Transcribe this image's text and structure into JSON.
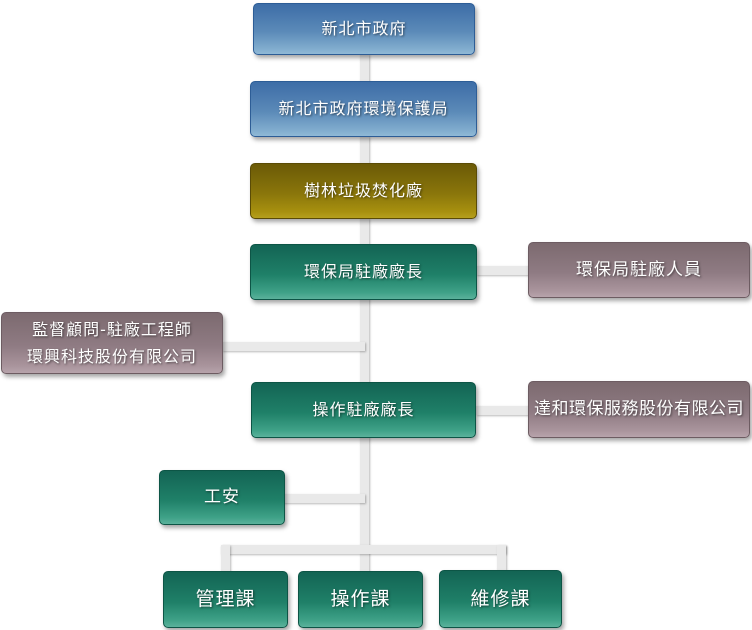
{
  "nodes": [
    {
      "id": "government",
      "label": "新北市政府",
      "scheme": "blue"
    },
    {
      "id": "epb",
      "label": "新北市政府環境保護局",
      "scheme": "blue"
    },
    {
      "id": "incineration-plant",
      "label": "樹林垃圾焚化廠",
      "scheme": "gold"
    },
    {
      "id": "epb-resident-director",
      "label": "環保局駐廠廠長",
      "scheme": "teal"
    },
    {
      "id": "epb-resident-staff",
      "label": "環保局駐廠人員",
      "scheme": "mauve"
    },
    {
      "id": "supervising-consultant",
      "lines": [
        "監督顧問-駐廠工程師",
        "環興科技股份有限公司"
      ],
      "scheme": "mauve"
    },
    {
      "id": "operation-resident-director",
      "label": "操作駐廠廠長",
      "scheme": "teal"
    },
    {
      "id": "operation-contractor",
      "label": "達和環保服務股份有限公司",
      "scheme": "mauve"
    },
    {
      "id": "safety",
      "label": "工安",
      "scheme": "teal"
    },
    {
      "id": "admin-section",
      "label": "管理課",
      "scheme": "teal"
    },
    {
      "id": "operation-section",
      "label": "操作課",
      "scheme": "teal"
    },
    {
      "id": "maintenance-section",
      "label": "維修課",
      "scheme": "teal"
    }
  ],
  "edges": [
    {
      "from": "government",
      "to": "epb"
    },
    {
      "from": "epb",
      "to": "incineration-plant"
    },
    {
      "from": "incineration-plant",
      "to": "epb-resident-director"
    },
    {
      "from": "epb-resident-director",
      "to": "epb-resident-staff"
    },
    {
      "from": "epb-resident-director",
      "to": "operation-resident-director"
    },
    {
      "from": "supervising-consultant",
      "to": "operation-resident-director"
    },
    {
      "from": "operation-resident-director",
      "to": "operation-contractor"
    },
    {
      "from": "operation-resident-director",
      "to": "safety"
    },
    {
      "from": "operation-resident-director",
      "to": "admin-section"
    },
    {
      "from": "operation-resident-director",
      "to": "operation-section"
    },
    {
      "from": "operation-resident-director",
      "to": "maintenance-section"
    }
  ],
  "colors": {
    "blue_top": "#3d6da7",
    "blue_bottom": "#90b9d6",
    "gold_top": "#6b5a07",
    "gold_bottom": "#b6a01d",
    "teal_top": "#136454",
    "teal_bottom": "#5bb29c",
    "mauve_top": "#7c6a6f",
    "mauve_bottom": "#b7a3ab",
    "connector": "#e9e9e9",
    "text": "#ffffff"
  }
}
